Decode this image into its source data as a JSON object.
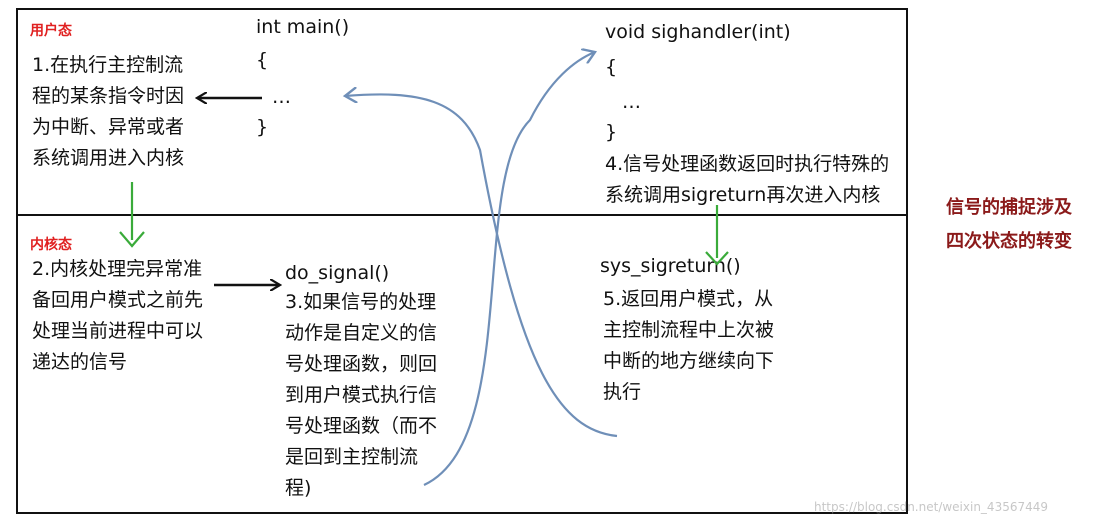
{
  "user_mode": {
    "label": "用户态",
    "step1": "1.在执行主控制流\n程的某条指令时因\n为中断、异常或者\n系统调用进入内核"
  },
  "main_func": {
    "signature": "int main()",
    "open_brace": "{",
    "body": "…",
    "close_brace": "}"
  },
  "handler_func": {
    "signature": "void sighandler(int)",
    "open_brace": "{",
    "body": "…",
    "close_brace": "}",
    "step4": "4.信号处理函数返回时执行特殊的\n系统调用sigreturn再次进入内核"
  },
  "kernel_mode": {
    "label": "内核态",
    "step2": "2.内核处理完异常准\n备回用户模式之前先\n处理当前进程中可以\n递达的信号",
    "do_signal": "do_signal()",
    "step3": "3.如果信号的处理\n动作是自定义的信\n号处理函数，则回\n到用户模式执行信\n号处理函数（而不\n是回到主控制流\n程)",
    "sys_sigreturn": "sys_sigreturn()",
    "step5": "5.返回用户模式，从\n主控制流程中上次被\n中断的地方继续向下\n执行"
  },
  "side_note": "信号的捕捉涉及\n四次状态的转变",
  "watermark": "https://blog.csdn.net/weixin_43567449",
  "colors": {
    "label_red": "#e02020",
    "side_note": "#8b1a1a",
    "green_arrow": "#3aab3a",
    "blue_arrow": "#6f8fb8",
    "black": "#111111"
  }
}
